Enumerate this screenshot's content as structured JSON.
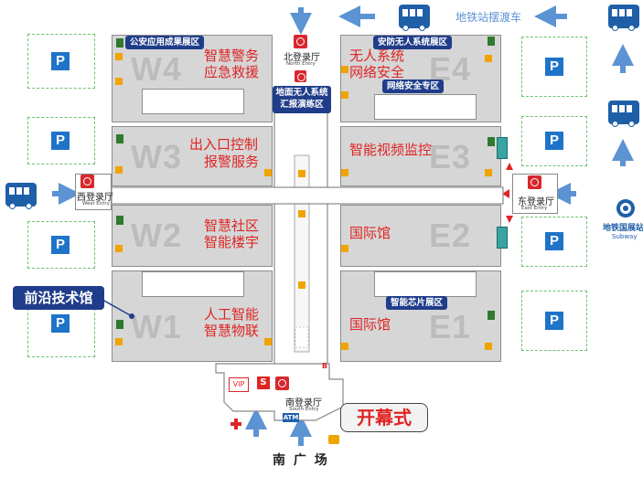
{
  "top": {
    "shuttle_label": "地铁站摆渡车"
  },
  "halls": {
    "w4": {
      "code": "W4",
      "line1": "智慧警务",
      "line2": "应急救援"
    },
    "w3": {
      "code": "W3",
      "line1": "出入口控制",
      "line2": "报警服务"
    },
    "w2": {
      "code": "W2",
      "line1": "智慧社区",
      "line2": "智能楼宇"
    },
    "w1": {
      "code": "W1",
      "line1": "人工智能",
      "line2": "智慧物联"
    },
    "e4": {
      "code": "E4",
      "line1": "无人系统",
      "line2": "网络安全"
    },
    "e3": {
      "code": "E3",
      "line1": "智能视频监控"
    },
    "e2": {
      "code": "E2",
      "line1": "国际馆"
    },
    "e1": {
      "code": "E1",
      "line1": "国际馆"
    }
  },
  "zones": {
    "police": "公安应用成果展区",
    "security_unmanned": "安防无人系统展区",
    "ground_unmanned_1": "地面无人系统",
    "ground_unmanned_2": "汇报演练区",
    "network_security": "网络安全专区",
    "smart_chip": "智能芯片展区"
  },
  "lobbies": {
    "north": {
      "cn": "北登录厅",
      "en": "North Entry"
    },
    "west": {
      "cn": "西登录厅",
      "en": "West Entry"
    },
    "east": {
      "cn": "东登录厅",
      "en": "East Entry"
    },
    "south": {
      "cn": "南登录厅",
      "en": "South Entry"
    }
  },
  "south_area": {
    "vip": "VIP",
    "s": "S",
    "atm": "ATM",
    "b": "B",
    "plaza": "南 广 场"
  },
  "callouts": {
    "frontier": "前沿技术馆",
    "opening": "开幕式"
  },
  "parking_label": "P",
  "subway": {
    "cn": "地铁国展站",
    "en": "Subway"
  },
  "colors": {
    "hall_fill": "#d6d6d6",
    "label_red": "#e02424",
    "zone_navy": "#1f3d8a",
    "arrow_blue": "#5b93d3",
    "parking_blue": "#1f73c9"
  }
}
